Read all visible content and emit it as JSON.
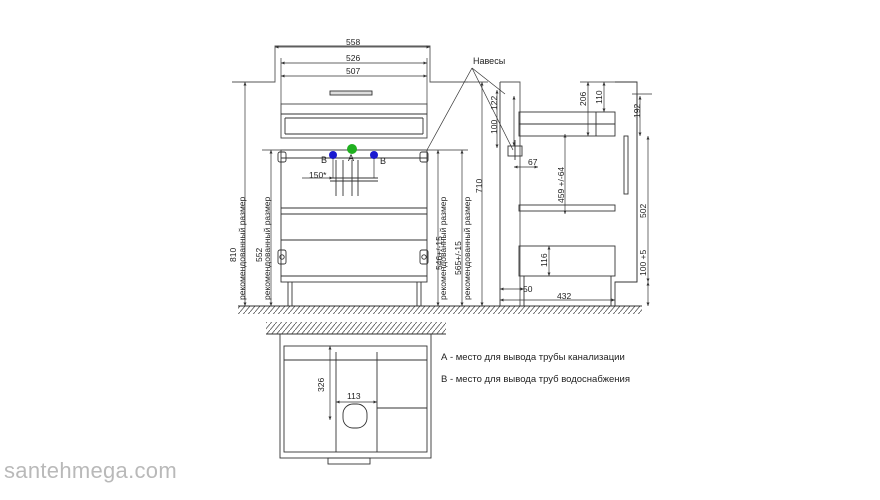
{
  "dimensions": {
    "overall_width": "558",
    "inner_width": "526",
    "drawer_width": "507",
    "pipe_spacing": "150*",
    "height_total": "810",
    "height_wall": "552",
    "height_710": "710",
    "hinge_height": "546+/-15",
    "hinge_height2": "565+/-15",
    "recommended_size": "рекомендованный размер",
    "top_122": "122",
    "side_100": "100",
    "hinge_depth": "67",
    "depth_459": "459 +/-64 ",
    "top_206": "206",
    "top_110": "110",
    "right_192": "192",
    "right_502": "502",
    "right_100": "100 +5",
    "bottom_116": "116",
    "bottom_50": "50",
    "depth_432": "432",
    "plan_326": "326",
    "plan_113": "113"
  },
  "labels": {
    "hinges": "Навесы",
    "point_a": "A",
    "point_b_left": "B",
    "point_b_right": "B"
  },
  "legend": {
    "a": "А - место для вывода трубы канализации",
    "b": "В - место для вывода труб водоснабжения"
  },
  "watermark": "santehmega.com",
  "colors": {
    "line": "#333333",
    "outlet_a": "#20b020",
    "outlet_b": "#1a1ad0",
    "floor_hatch": "#555555",
    "watermark": "#b9b9b9"
  }
}
